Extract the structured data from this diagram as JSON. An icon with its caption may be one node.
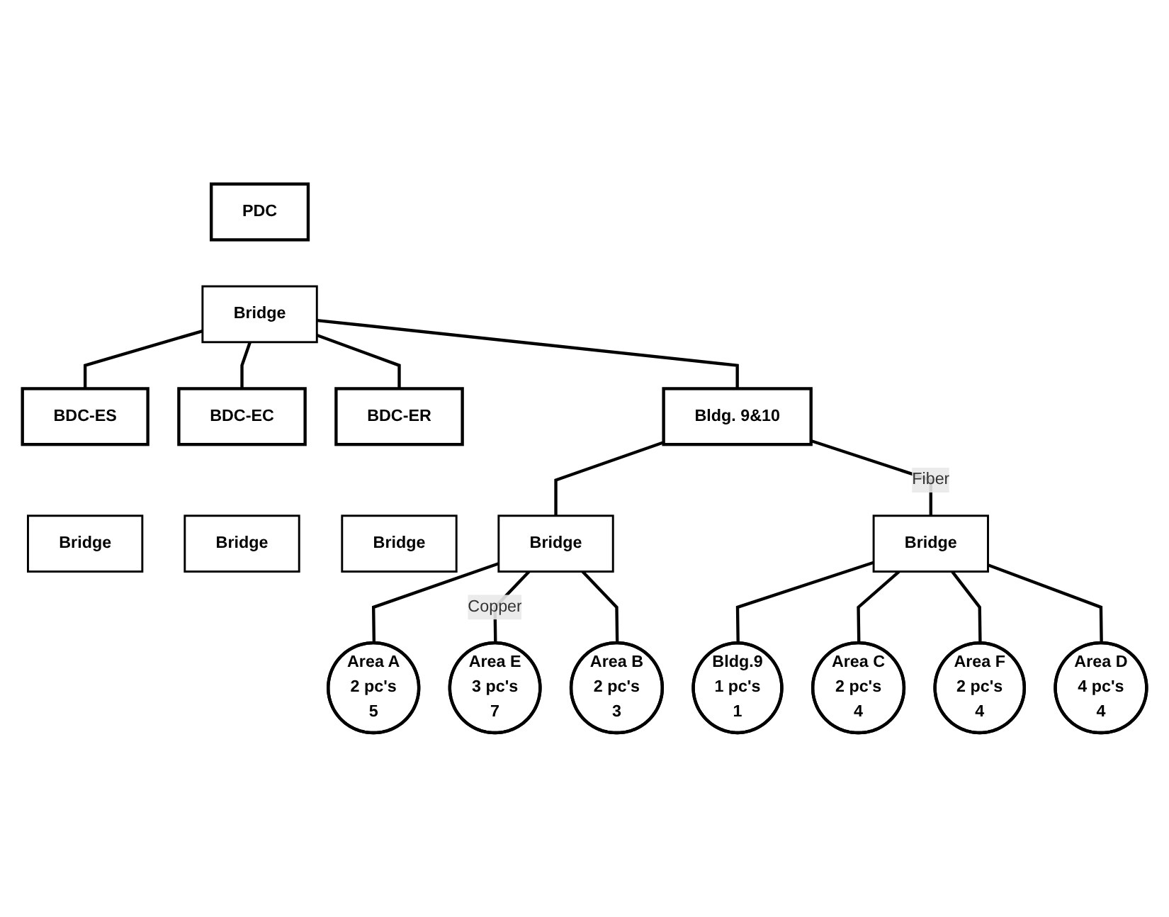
{
  "diagram": {
    "nodes": [
      {
        "text": [
          "PDC"
        ]
      },
      {
        "text": [
          "Bridge"
        ]
      },
      {
        "text": [
          "Bldg. 9&10"
        ]
      },
      {
        "text": [
          "BDC-ES"
        ]
      },
      {
        "text": [
          "Bridge"
        ]
      },
      {
        "text": [
          "BDC-EC"
        ]
      },
      {
        "text": [
          "Bridge"
        ]
      },
      {
        "text": [
          "BDC-ER"
        ]
      },
      {
        "text": [
          "Bridge"
        ]
      },
      {
        "text": [
          "Bldg.9",
          "1 pc's",
          "1"
        ]
      },
      {
        "text": [
          "Bridge"
        ]
      },
      {
        "text": [
          "Bridge"
        ]
      },
      {
        "text": [
          "Area A",
          "2 pc's",
          "5"
        ]
      },
      {
        "text": [
          "Area B",
          "2 pc's",
          "3"
        ]
      },
      {
        "text": [
          "Area C",
          "2 pc's",
          "4"
        ]
      },
      {
        "text": [
          "Area D",
          "4 pc's",
          "4"
        ]
      },
      {
        "text": [
          "Area E",
          "3 pc's",
          "7"
        ]
      },
      {
        "text": [
          "Area F",
          "2 pc's",
          "4"
        ]
      }
    ],
    "edges": [
      {
        "from": 1,
        "to": 2,
        "arrow": "none"
      },
      {
        "from": 1,
        "to": 3,
        "arrow": "none"
      },
      {
        "from": 1,
        "to": 5,
        "arrow": "none"
      },
      {
        "from": 1,
        "to": 7,
        "arrow": "none"
      },
      {
        "from": 2,
        "to": 10,
        "arrow": "none"
      },
      {
        "from": 2,
        "to": 11,
        "arrow": "none",
        "label": "Fiber"
      },
      {
        "from": 10,
        "to": 12,
        "arrow": "none"
      },
      {
        "from": 10,
        "to": 16,
        "arrow": "none",
        "label": "Copper"
      },
      {
        "from": 10,
        "to": 13,
        "arrow": "none"
      },
      {
        "from": 11,
        "to": 9,
        "arrow": "none"
      },
      {
        "from": 11,
        "to": 14,
        "arrow": "none"
      },
      {
        "from": 11,
        "to": 17,
        "arrow": "none"
      },
      {
        "from": 11,
        "to": 15,
        "arrow": "none"
      }
    ]
  }
}
